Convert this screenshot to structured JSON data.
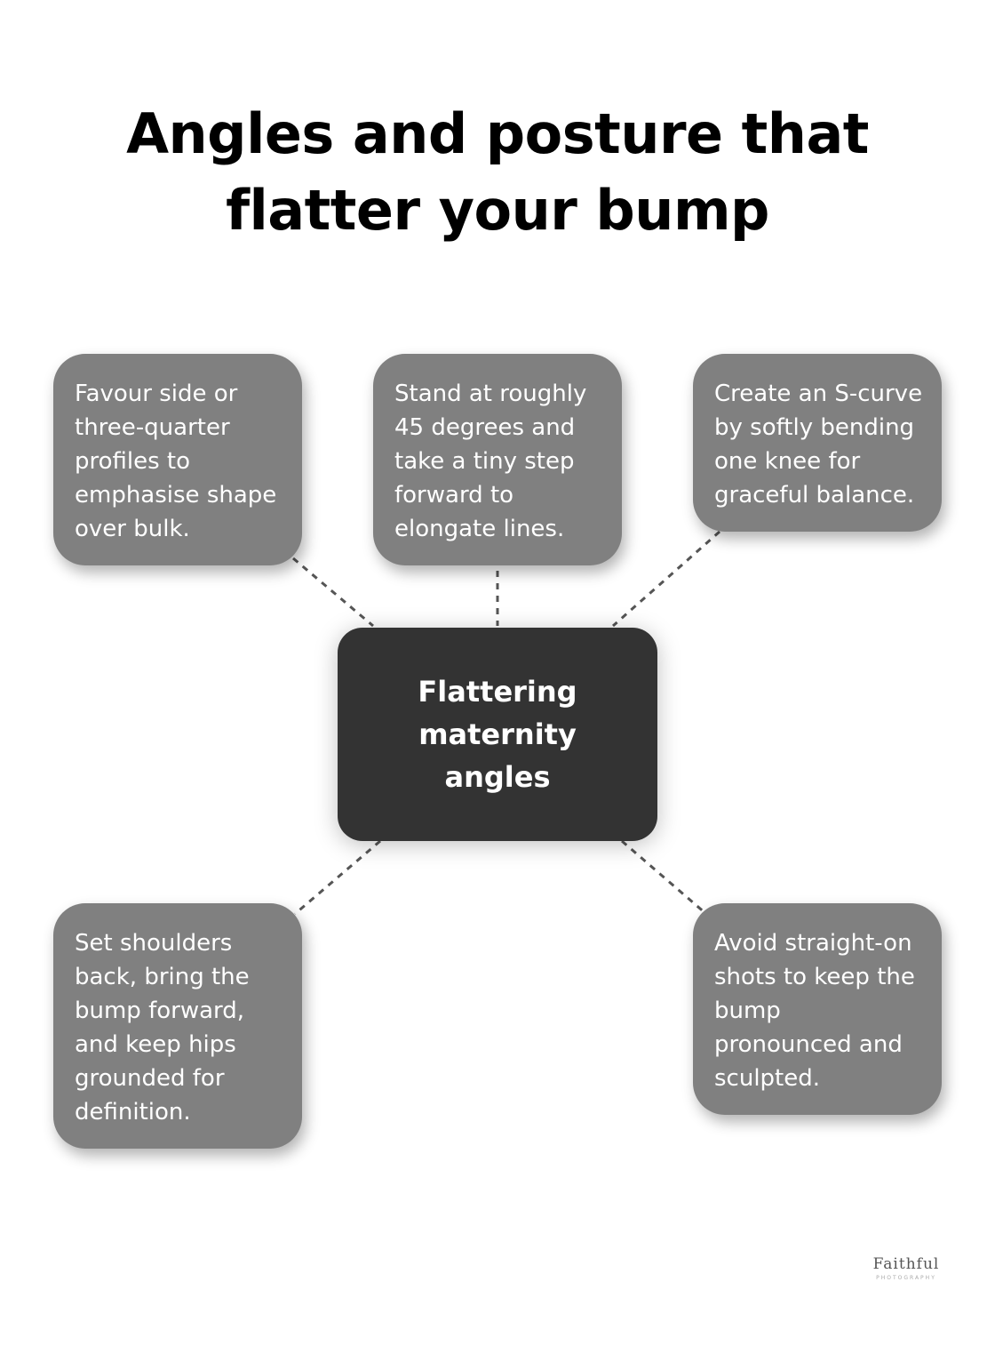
{
  "title": "Angles and posture that flatter your bump",
  "center": {
    "label": "Flattering maternity angles"
  },
  "nodes": [
    {
      "text": "Favour side or three-quarter profiles to emphasise shape over bulk."
    },
    {
      "text": "Stand at roughly 45 degrees and take a tiny step forward to elongate lines."
    },
    {
      "text": "Create an S-curve by softly bending one knee for graceful balance."
    },
    {
      "text": "Set shoulders back, bring the bump forward, and keep hips grounded for definition."
    },
    {
      "text": "Avoid straight-on shots to keep the bump pronounced and sculpted."
    }
  ],
  "logo": {
    "main": "Faithful",
    "sub": "PHOTOGRAPHY"
  },
  "colors": {
    "node": "#808080",
    "center": "#333333",
    "connector": "#555555",
    "text_light": "#ffffff",
    "title": "#000000"
  }
}
